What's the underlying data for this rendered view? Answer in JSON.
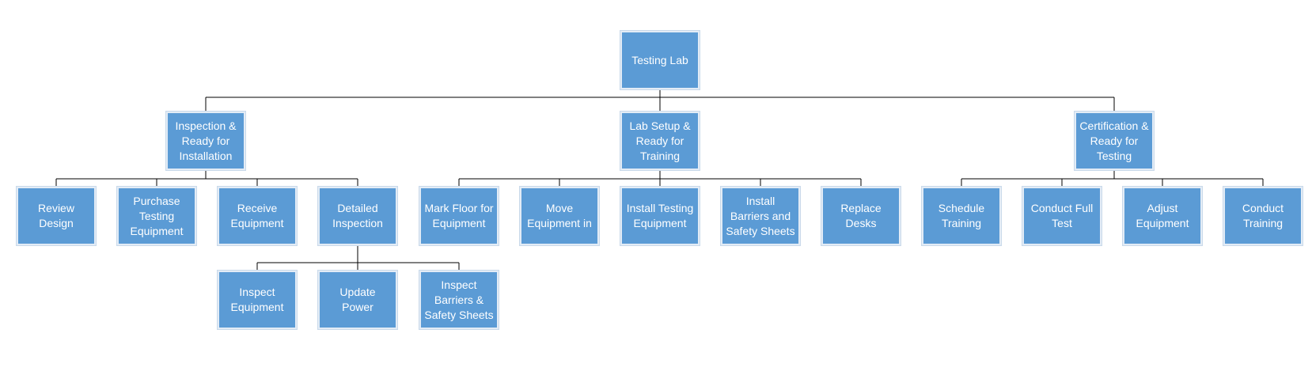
{
  "diagram": {
    "type": "org-chart",
    "colors": {
      "box_fill": "#5b9bd5",
      "box_text": "#ffffff",
      "connector": "#000000"
    },
    "root": {
      "id": "testing-lab",
      "label": "Testing Lab",
      "children": [
        {
          "id": "inspection-ready-for-installation",
          "label": "Inspection & Ready for Installation",
          "children": [
            {
              "id": "review-design",
              "label": "Review Design"
            },
            {
              "id": "purchase-testing-equipment",
              "label": "Purchase Testing Equipment"
            },
            {
              "id": "receive-equipment",
              "label": "Receive Equipment"
            },
            {
              "id": "detailed-inspection",
              "label": "Detailed Inspection",
              "children": [
                {
                  "id": "inspect-equipment",
                  "label": "Inspect Equipment"
                },
                {
                  "id": "update-power",
                  "label": "Update Power"
                },
                {
                  "id": "inspect-barriers-safety-sheets",
                  "label": "Inspect Barriers & Safety Sheets"
                }
              ]
            }
          ]
        },
        {
          "id": "lab-setup-ready-for-training",
          "label": "Lab Setup & Ready for Training",
          "children": [
            {
              "id": "mark-floor-for-equipment",
              "label": "Mark Floor for Equipment"
            },
            {
              "id": "move-equipment-in",
              "label": "Move Equipment in"
            },
            {
              "id": "install-testing-equipment",
              "label": "Install Testing Equipment"
            },
            {
              "id": "install-barriers-safety-sheets",
              "label": "Install Barriers and Safety Sheets"
            },
            {
              "id": "replace-desks",
              "label": "Replace Desks"
            }
          ]
        },
        {
          "id": "certification-ready-for-testing",
          "label": "Certification & Ready for Testing",
          "children": [
            {
              "id": "schedule-training",
              "label": "Schedule Training"
            },
            {
              "id": "conduct-full-test",
              "label": "Conduct Full Test"
            },
            {
              "id": "adjust-equipment",
              "label": "Adjust Equipment"
            },
            {
              "id": "conduct-training",
              "label": "Conduct Training"
            }
          ]
        }
      ]
    }
  }
}
